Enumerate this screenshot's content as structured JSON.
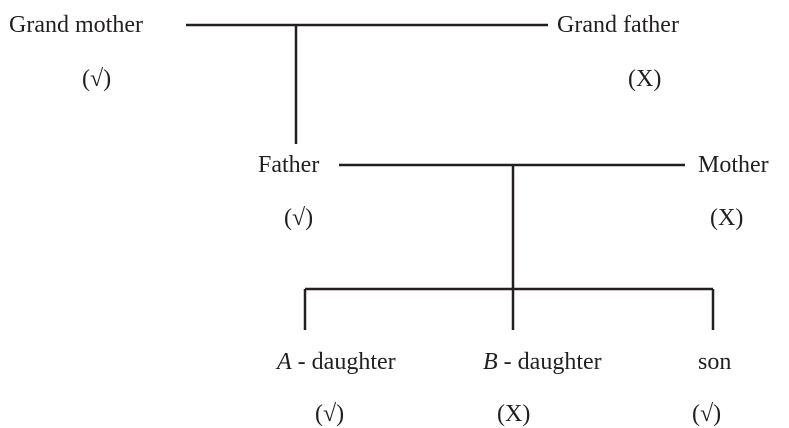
{
  "people": {
    "grandmother": {
      "label": "Grand mother",
      "mark": "(√)"
    },
    "grandfather": {
      "label": "Grand father",
      "mark": "(X)"
    },
    "father": {
      "label": "Father",
      "mark": "(√)"
    },
    "mother": {
      "label": "Mother",
      "mark": "(X)"
    },
    "daughter_a": {
      "letter": "A",
      "label": " - daughter",
      "mark": "(√)"
    },
    "daughter_b": {
      "letter": "B",
      "label": " - daughter",
      "mark": "(X)"
    },
    "son": {
      "label": "son",
      "mark": "(√)"
    }
  },
  "colors": {
    "ink": "#231f20"
  }
}
